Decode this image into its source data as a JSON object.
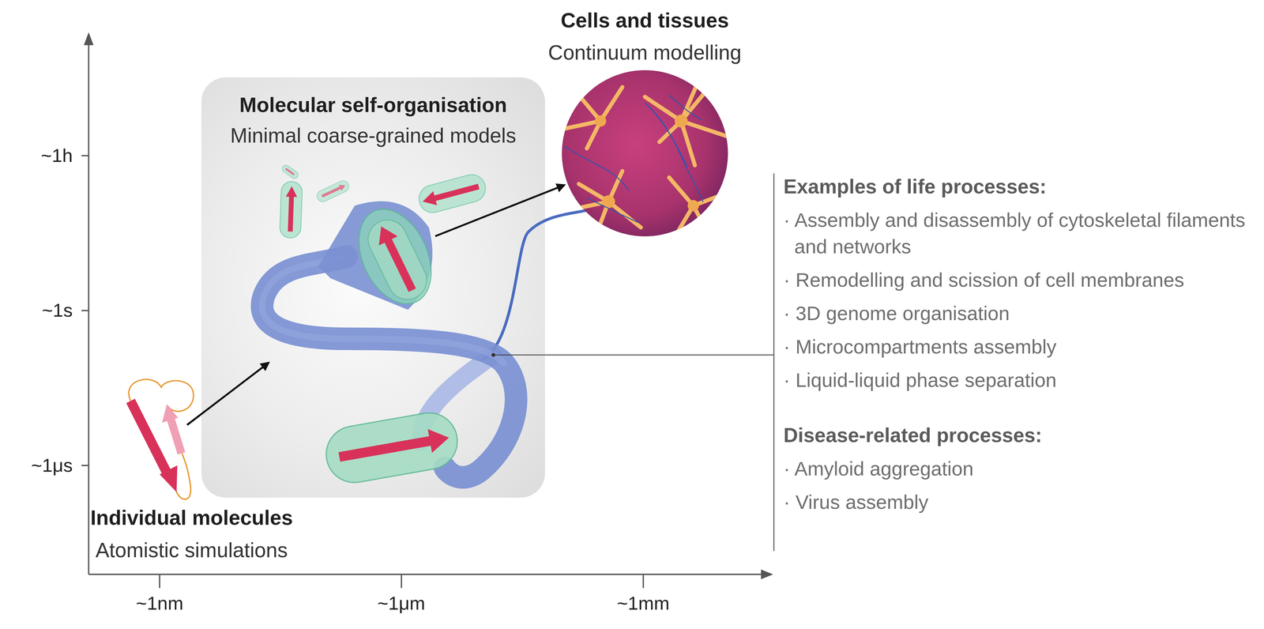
{
  "diagram": {
    "nodes": [
      {
        "text": [
          "Individual molecules",
          "Atomistic simulations"
        ]
      },
      {
        "text": [
          "Molecular self-organisation",
          "Minimal coarse-grained models"
        ]
      },
      {
        "text": [
          "Cells and tissues",
          "Continuum modelling"
        ]
      }
    ],
    "edges": [
      {
        "from": 0,
        "to": 1,
        "arrow": "to"
      },
      {
        "from": 1,
        "to": 2,
        "arrow": "to"
      }
    ],
    "labels": [
      "~1h",
      "~1s",
      "~1μs",
      "~1nm",
      "~1μm",
      "~1mm",
      "Examples of life processes:",
      "· Assembly and disassembly of cytoskeletal filaments and networks",
      "· Remodelling and scission of cell membranes",
      "· 3D genome organisation",
      "· Microcompartments assembly",
      "· Liquid-liquid phase separation",
      "Disease-related processes:",
      "· Amyloid aggregation",
      "· Virus assembly"
    ]
  }
}
